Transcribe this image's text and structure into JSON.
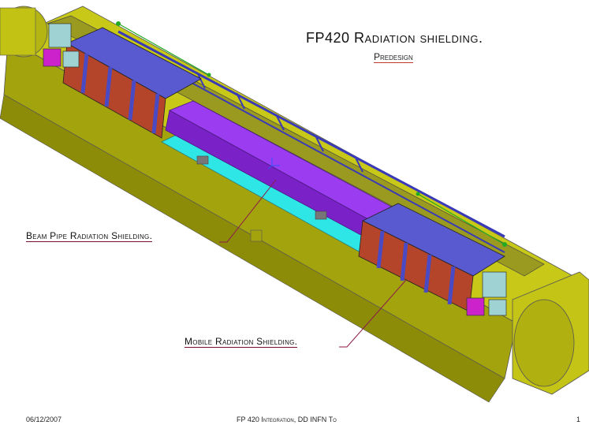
{
  "slide": {
    "title": "FP420 Radiation shielding.",
    "subtitle": "Predesign",
    "labels": {
      "beam_pipe": "Beam Pipe Radiation Shielding.",
      "mobile": "Mobile Radiation Shielding."
    },
    "footer": {
      "date": "06/12/2007",
      "center": "FP 420 Integration,  DD INFN To",
      "page": "1"
    }
  },
  "colors": {
    "support_frame": "#b8b810",
    "mobile_shield": "#b5452a",
    "shield_frame": "#4a4bc4",
    "beam_pipe_shield": "#8a2be2",
    "inner_plate": "#2fe6e6",
    "detector_blocks": "#9fd3d3",
    "magenta_blocks": "#cc22cc",
    "dimension_line": "#22aa22",
    "callout_line": "#8b1a4a"
  }
}
